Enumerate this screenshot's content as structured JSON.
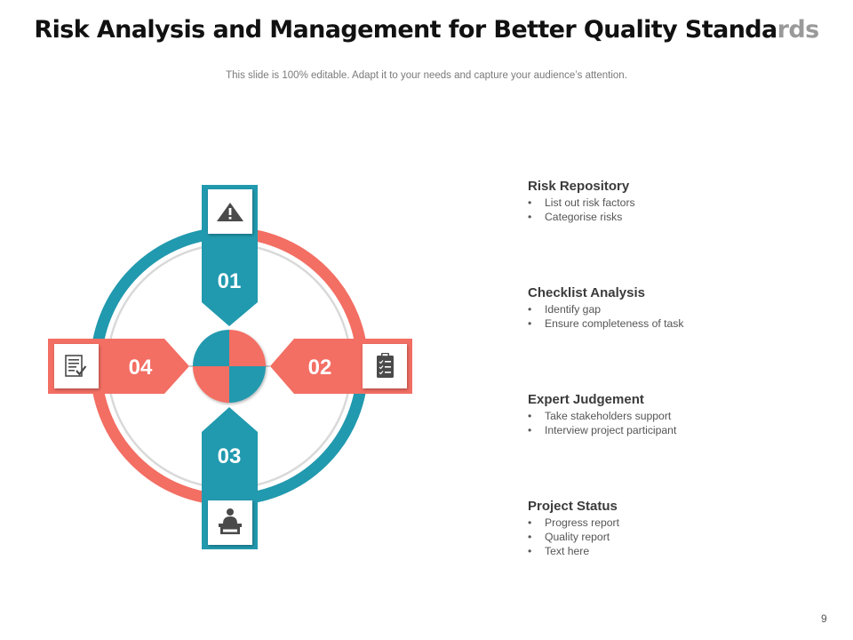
{
  "slide": {
    "title_main": "Risk Analysis and Management for Better Quality Standa",
    "title_tail": "rds",
    "subtitle": "This slide is 100% editable. Adapt it to your needs and capture your audience’s attention.",
    "page_number": "9"
  },
  "diagram": {
    "colors": {
      "teal": "#2199AE",
      "coral": "#F36E63",
      "ring_gray": "#D9D9D9"
    },
    "arms": [
      {
        "number": "01",
        "icon": "warning-icon",
        "color": "teal"
      },
      {
        "number": "02",
        "icon": "clipboard-checklist-icon",
        "color": "coral"
      },
      {
        "number": "03",
        "icon": "person-at-desk-icon",
        "color": "teal"
      },
      {
        "number": "04",
        "icon": "document-check-icon",
        "color": "coral"
      }
    ]
  },
  "items": [
    {
      "title": "Risk Repository",
      "bullets": [
        "List out risk factors",
        "Categorise risks"
      ]
    },
    {
      "title": "Checklist Analysis",
      "bullets": [
        "Identify gap",
        "Ensure completeness of task"
      ]
    },
    {
      "title": "Expert Judgement",
      "bullets": [
        "Take stakeholders support",
        "Interview  project participant"
      ]
    },
    {
      "title": "Project Status",
      "bullets": [
        "Progress report",
        "Quality report",
        "Text here"
      ]
    }
  ]
}
